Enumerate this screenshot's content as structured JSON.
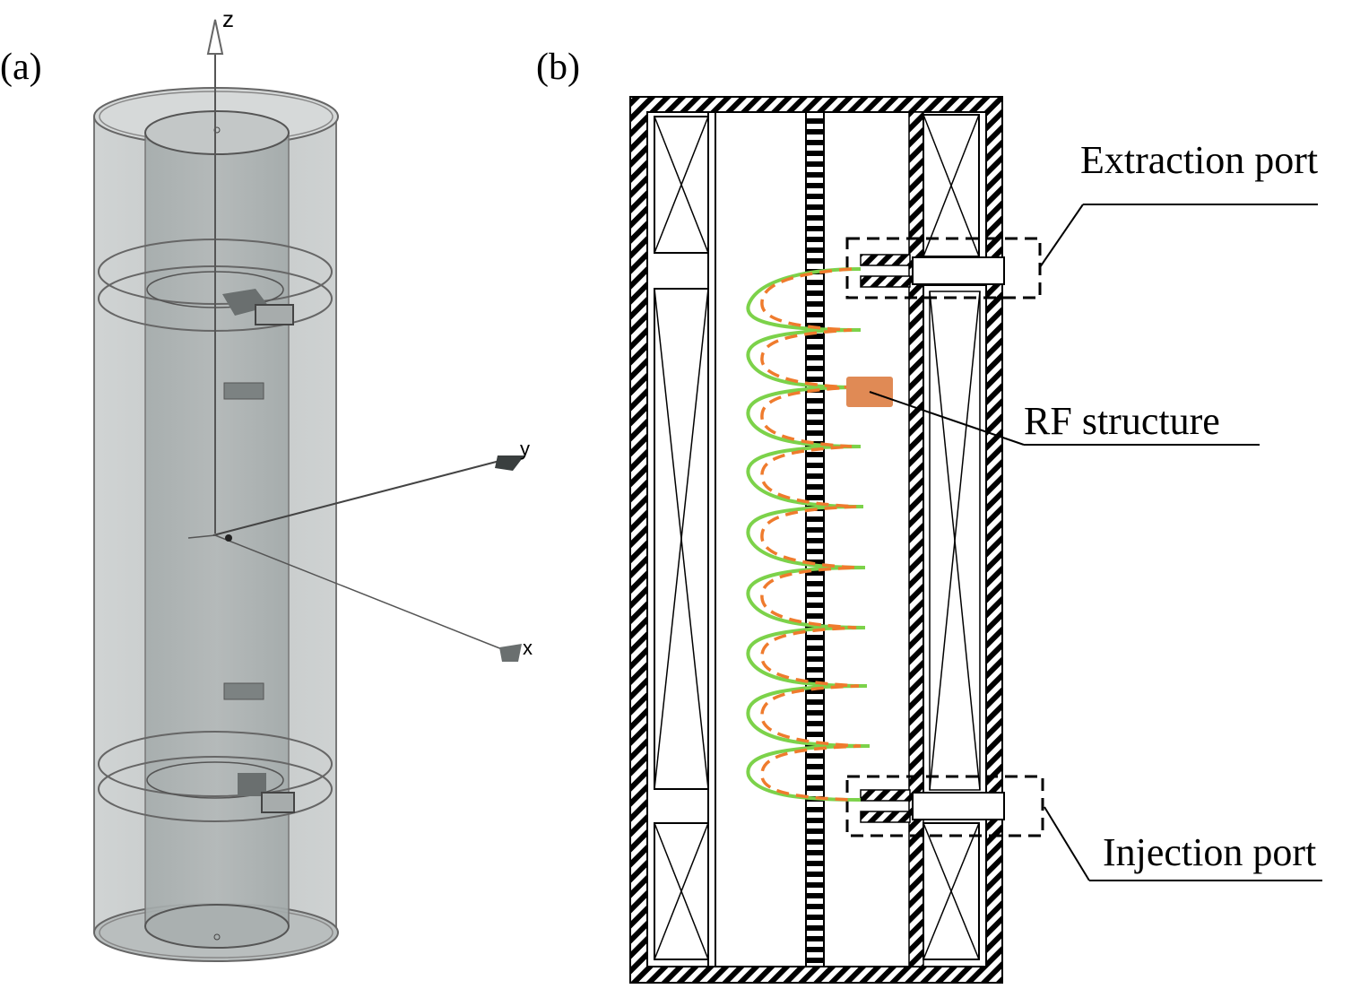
{
  "panels": {
    "a": {
      "label": "(a)",
      "axes": {
        "z": "z",
        "y": "y",
        "x": "x"
      }
    },
    "b": {
      "label": "(b)",
      "annotations": {
        "extraction": "Extraction port",
        "rf": "RF structure",
        "injection": "Injection port"
      }
    }
  },
  "colors": {
    "beam_solid": "#7cd24a",
    "beam_dashed": "#ef7b2d",
    "rf_block": "#e08a55",
    "outline": "#000000",
    "gray_fill": "#9aa1a1"
  }
}
